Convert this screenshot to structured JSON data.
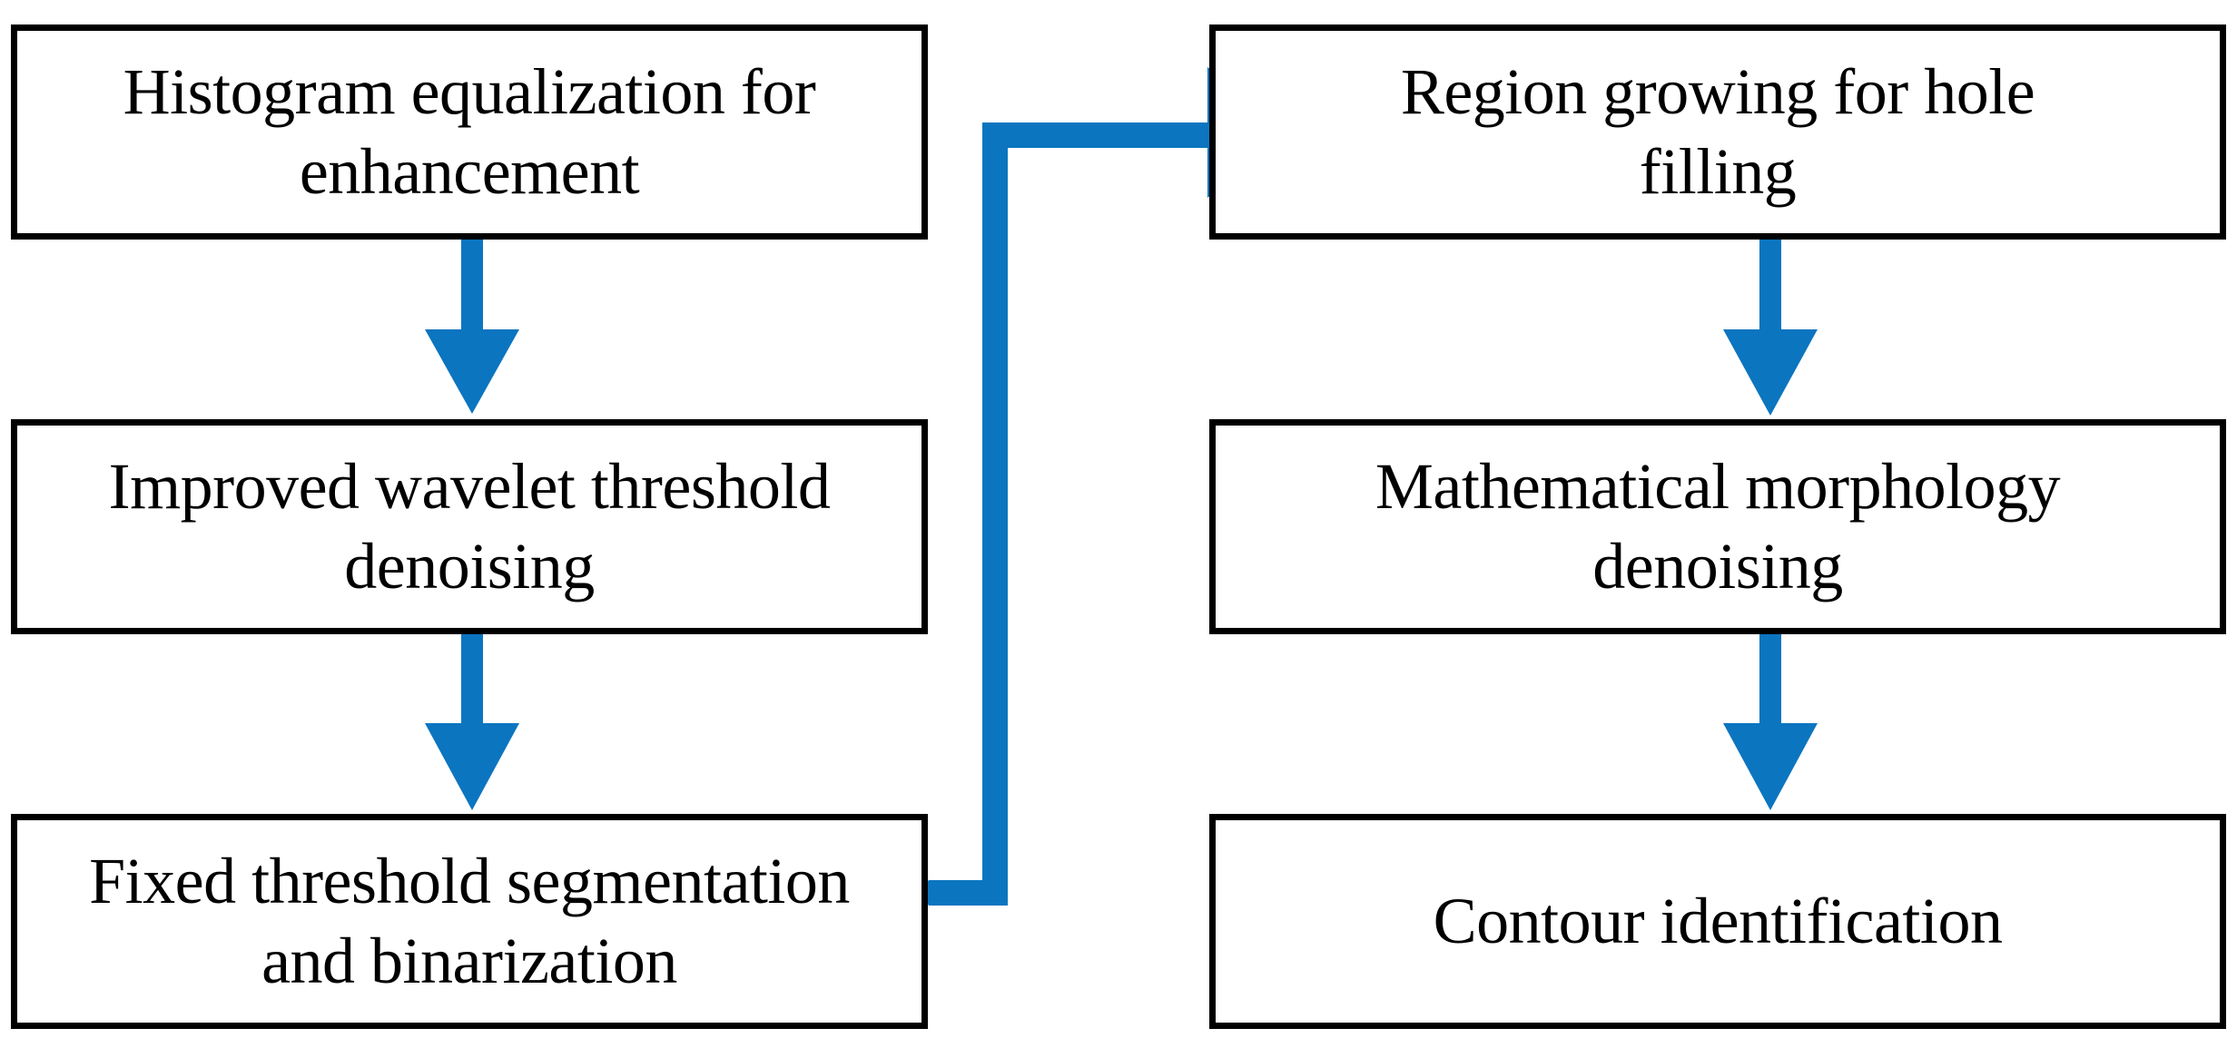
{
  "diagram": {
    "title": "Image processing pipeline flowchart",
    "type": "flowchart",
    "background_color": "#ffffff",
    "node_border_color": "#000000",
    "node_fill_color": "#ffffff",
    "arrow_color": "#0b75c0",
    "text_color": "#000000",
    "nodes": [
      {
        "id": "histogram-equalization",
        "label": "Histogram equalization for\nenhancement",
        "column": "left",
        "order": 1
      },
      {
        "id": "wavelet-denoising",
        "label": "Improved wavelet threshold\ndenoising",
        "column": "left",
        "order": 2
      },
      {
        "id": "fixed-threshold-segmentation",
        "label": "Fixed threshold segmentation\nand binarization",
        "column": "left",
        "order": 3
      },
      {
        "id": "region-growing",
        "label": "Region growing for hole\nfilling",
        "column": "right",
        "order": 4
      },
      {
        "id": "morphology-denoising",
        "label": "Mathematical morphology\ndenoising",
        "column": "right",
        "order": 5
      },
      {
        "id": "contour-identification",
        "label": "Contour identification",
        "column": "right",
        "order": 6
      }
    ],
    "edges": [
      {
        "id": "edge-1",
        "from": "histogram-equalization",
        "to": "wavelet-denoising",
        "shape": "straight-down"
      },
      {
        "id": "edge-2",
        "from": "wavelet-denoising",
        "to": "fixed-threshold-segmentation",
        "shape": "straight-down"
      },
      {
        "id": "edge-3",
        "from": "fixed-threshold-segmentation",
        "to": "region-growing",
        "shape": "elbow-right-up"
      },
      {
        "id": "edge-4",
        "from": "region-growing",
        "to": "morphology-denoising",
        "shape": "straight-down"
      },
      {
        "id": "edge-5",
        "from": "morphology-denoising",
        "to": "contour-identification",
        "shape": "straight-down"
      }
    ]
  }
}
